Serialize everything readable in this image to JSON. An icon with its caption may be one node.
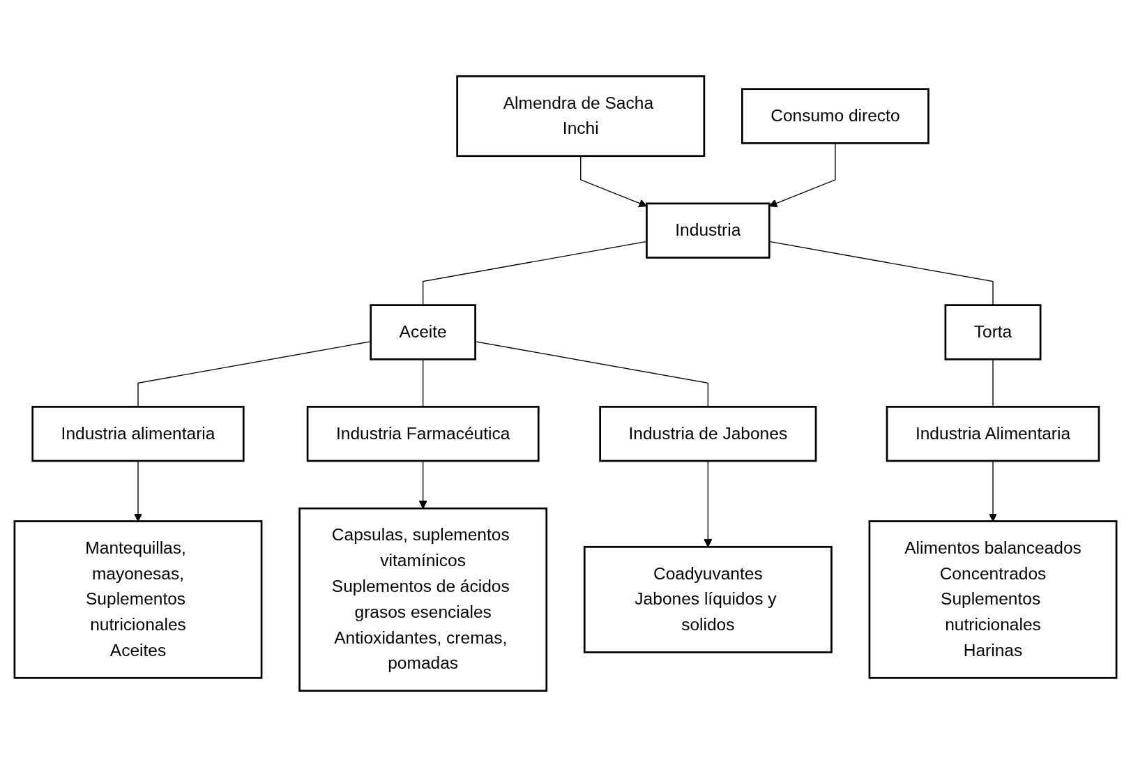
{
  "diagram": {
    "nodes": [
      {
        "text": [
          "Almendra de Sacha Inchi"
        ]
      },
      {
        "text": [
          "Consumo directo"
        ]
      },
      {
        "text": [
          "Industria"
        ]
      },
      {
        "text": [
          "Aceite"
        ]
      },
      {
        "text": [
          "Torta"
        ]
      },
      {
        "text": [
          "Industria alimentaria"
        ]
      },
      {
        "text": [
          "Mantequillas, mayonesas,",
          "Suplementos nutricionales",
          "Aceites"
        ]
      },
      {
        "text": [
          "Industria Alimentaria"
        ]
      },
      {
        "text": [
          "Industria Farmacéutica"
        ]
      },
      {
        "text": [
          "Capsulas, suplementos vitamínicos",
          "Suplementos de ácidos grasos esenciales",
          "Antioxidantes, cremas, pomadas"
        ]
      },
      {
        "text": [
          "Alimentos balanceados",
          "Concentrados",
          "Suplementos nutricionales",
          "Harinas"
        ]
      },
      {
        "text": [
          "Industria de Jabones"
        ]
      },
      {
        "text": [
          "Coadyuvantes",
          "Jabones líquidos y solidos"
        ]
      }
    ],
    "edges": [
      {
        "from": 0,
        "to": 2,
        "arrow": "to"
      },
      {
        "from": 1,
        "to": 2,
        "arrow": "to"
      },
      {
        "from": 2,
        "to": 3,
        "arrow": "none"
      },
      {
        "from": 2,
        "to": 4,
        "arrow": "none"
      },
      {
        "from": 3,
        "to": 5,
        "arrow": "none"
      },
      {
        "from": 3,
        "to": 8,
        "arrow": "none"
      },
      {
        "from": 3,
        "to": 11,
        "arrow": "none"
      },
      {
        "from": 4,
        "to": 7,
        "arrow": "none"
      },
      {
        "from": 5,
        "to": 6,
        "arrow": "to"
      },
      {
        "from": 8,
        "to": 9,
        "arrow": "to"
      },
      {
        "from": 11,
        "to": 12,
        "arrow": "to"
      },
      {
        "from": 7,
        "to": 10,
        "arrow": "to"
      }
    ]
  }
}
